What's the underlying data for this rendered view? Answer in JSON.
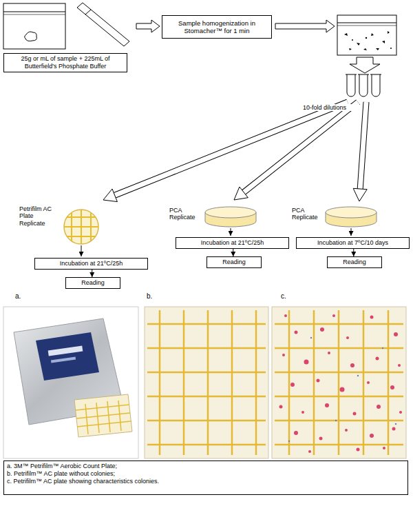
{
  "diagram": {
    "nodes": [
      {
        "text": [
          "25g or mL of sample + 225mL of Butterfield's Phosphate Buffer"
        ]
      },
      {
        "text": [
          "Sample homogenization in Stomacher™ for 1 min"
        ]
      },
      {
        "text": [
          "Incubation at 21ºC/25h"
        ]
      },
      {
        "text": [
          "Reading"
        ]
      },
      {
        "text": [
          "Incubation at 21ºC/25h"
        ]
      },
      {
        "text": [
          "Reading"
        ]
      },
      {
        "text": [
          "Incubation at 7ºC/10 days"
        ]
      },
      {
        "text": [
          "Reading"
        ]
      },
      {
        "text": [
          "a. 3M™ Petrifilm™ Aerobic Count Plate;",
          "b. Petrifilm™ AC plate without colonies;",
          "c. Petrifilm™ AC plate showing characteristics colonies."
        ]
      }
    ],
    "edges": [
      {
        "from": 2,
        "to": 3,
        "arrow": "to"
      },
      {
        "from": 4,
        "to": 5,
        "arrow": "to"
      },
      {
        "from": 6,
        "to": 7,
        "arrow": "to"
      }
    ],
    "labels": [
      "10-fold dilutions",
      "Petrifilm AC Plate Replicate",
      "PCA Replicate",
      "PCA Replicate",
      "a.",
      "b.",
      "c."
    ]
  }
}
